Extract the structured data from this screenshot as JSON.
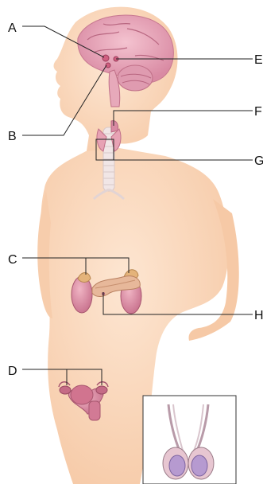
{
  "labels": {
    "A": "A",
    "B": "B",
    "C": "C",
    "D": "D",
    "E": "E",
    "F": "F",
    "G": "G",
    "H": "H"
  },
  "colors": {
    "skin": "#fbd9bd",
    "skin_dark": "#f3c39d",
    "brain": "#e9a4b8",
    "organ": "#d9849e",
    "organ_light": "#f1b8c6",
    "line": "#222222"
  }
}
